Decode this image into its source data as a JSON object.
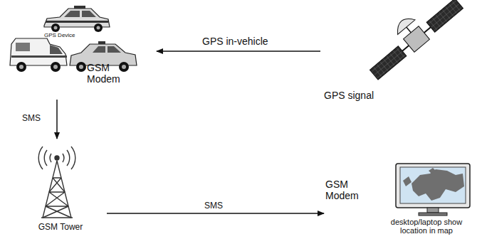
{
  "diagram": {
    "nodes": [
      {
        "text": [
          "GPS Device",
          "GSM Modem"
        ]
      },
      {
        "text": [
          "GPS signal"
        ]
      },
      {
        "text": [
          "GSM Tower"
        ]
      },
      {
        "text": [
          "GSM Modem",
          "desktop/laptop show location in map"
        ]
      }
    ],
    "edges": [
      {
        "from": 1,
        "to": 0,
        "arrow": "to",
        "label": "GPS in-vehicle"
      },
      {
        "from": 0,
        "to": 2,
        "arrow": "to",
        "label": "SMS"
      },
      {
        "from": 2,
        "to": 3,
        "arrow": "to",
        "label": "SMS"
      }
    ]
  }
}
